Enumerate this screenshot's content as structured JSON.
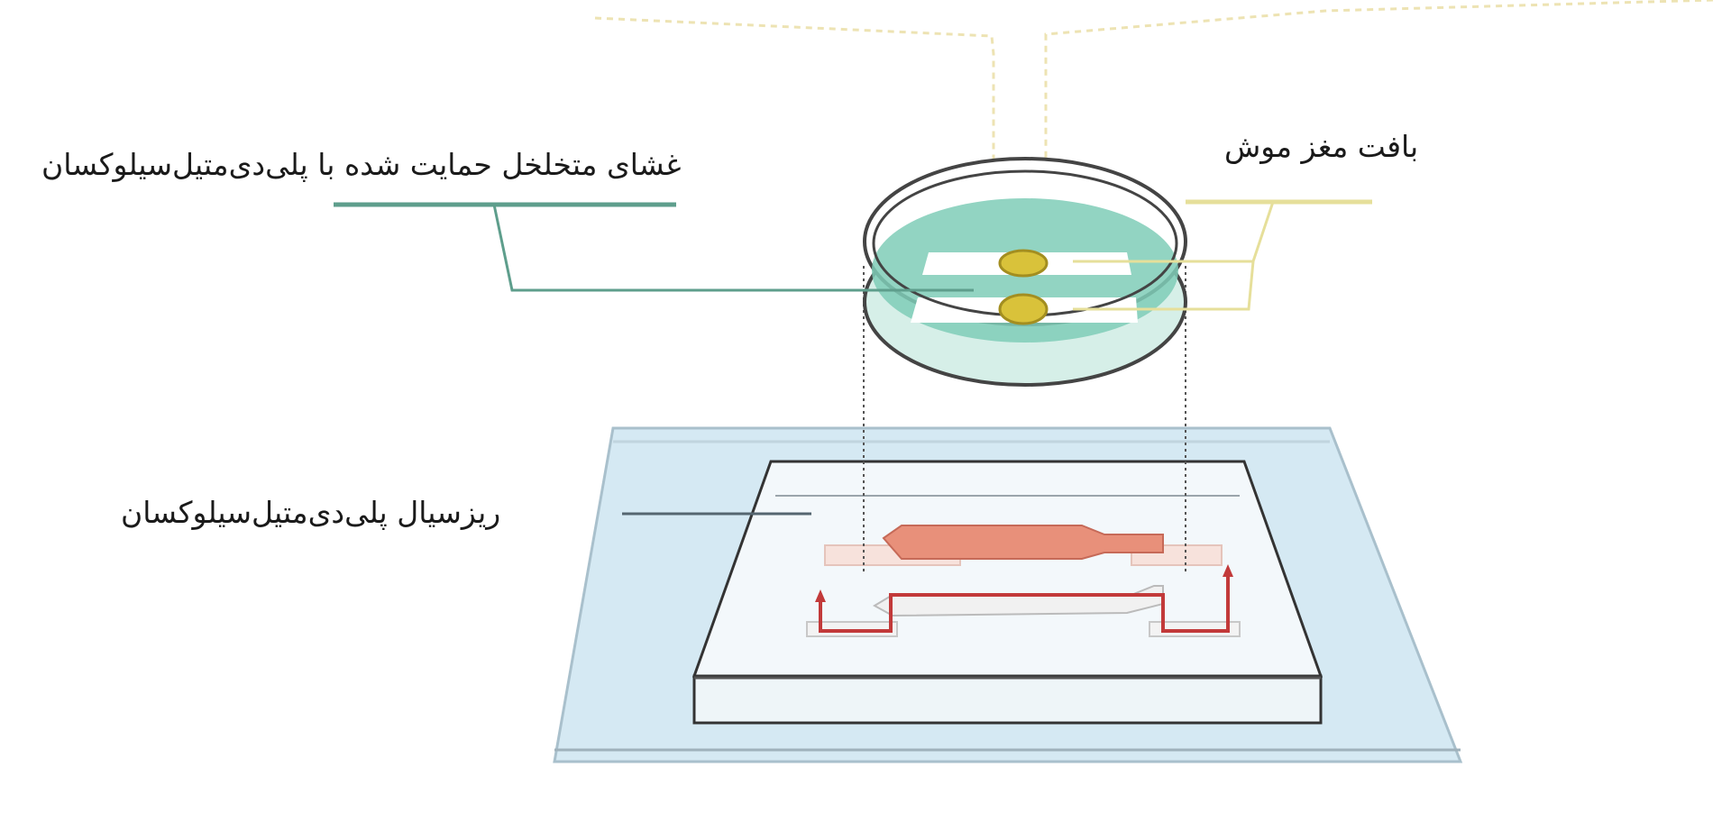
{
  "diagram": {
    "labels": {
      "membrane": "غشای متخلخل حمایت شده با پلی‌دی‌متیل‌سیلوکسان",
      "brain_tissue": "بافت مغز موش",
      "microfluidic": "ریزسیال پلی‌دی‌متیل‌سیلوکسان"
    },
    "components": [
      {
        "id": "petri-dish",
        "description": "Petri dish with green medium and two slices on porous membrane"
      },
      {
        "id": "brain-slices",
        "description": "Two yellow mouse brain tissue slices"
      },
      {
        "id": "glass-slide",
        "description": "Light blue glass slide base"
      },
      {
        "id": "pdms-chip",
        "description": "PDMS microfluidic chip with red channels"
      }
    ],
    "colors": {
      "membrane_leader": "#5e9e8c",
      "brain_leader": "#e6df9a",
      "chip_leader": "#556670",
      "medium_fill": "#7fcdb7",
      "slice_fill": "#d9c23a",
      "channel_fill": "#e8907a",
      "channel_stroke": "#c23a3a",
      "slide_fill": "#d5e9f3",
      "outline": "#3a3a3a"
    }
  }
}
